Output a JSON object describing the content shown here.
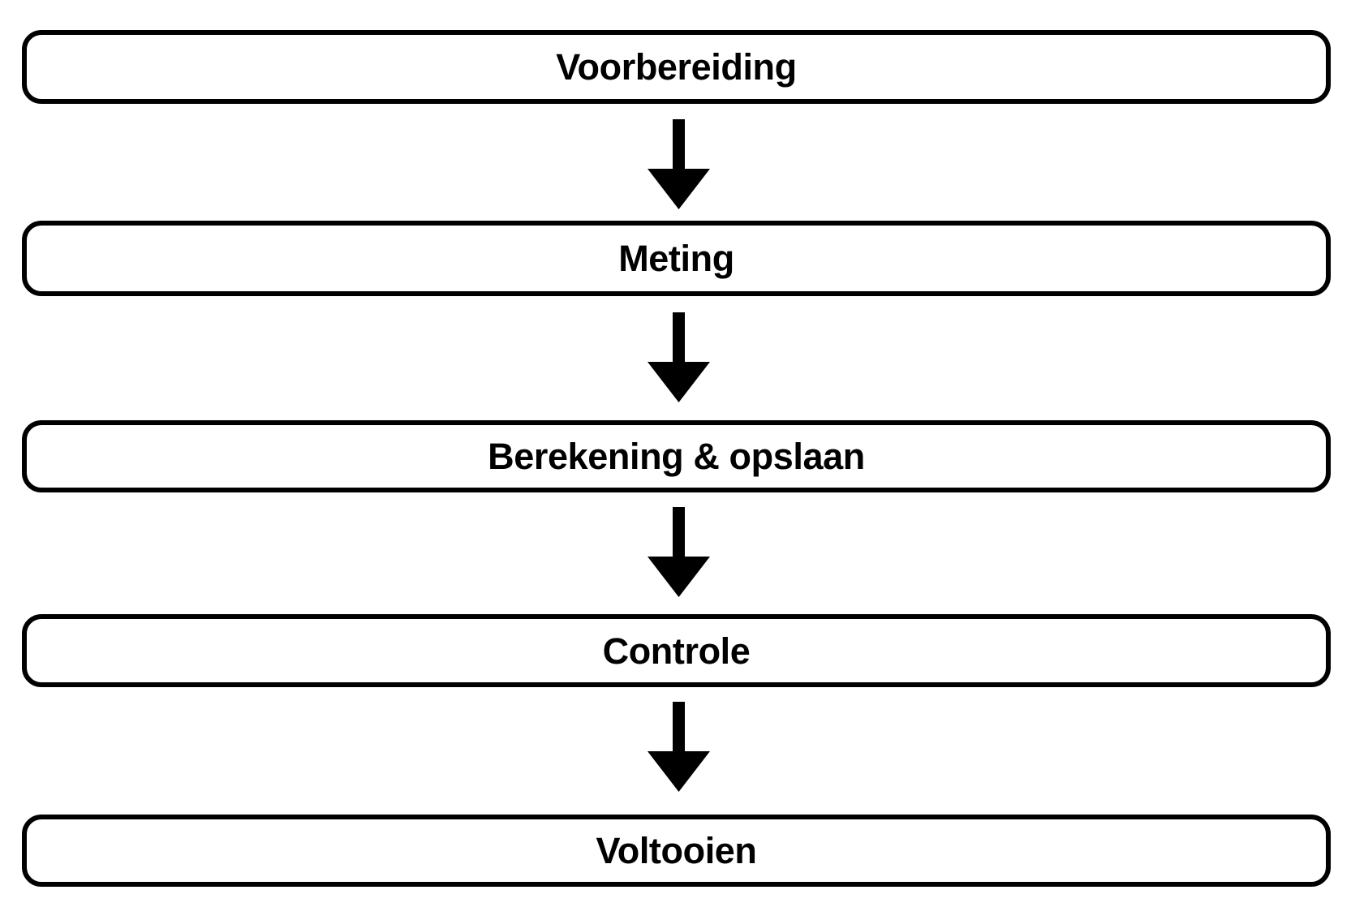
{
  "diagram": {
    "type": "flowchart",
    "orientation": "vertical-top-to-bottom",
    "background_color": "#ffffff",
    "node_border_color": "#000000",
    "node_fill_color": "#ffffff",
    "arrow_color": "#000000",
    "nodes": [
      {
        "id": "voorbereiding",
        "label": "Voorbereiding"
      },
      {
        "id": "meting",
        "label": "Meting"
      },
      {
        "id": "berekening-opslaan",
        "label": "Berekening & opslaan"
      },
      {
        "id": "controle",
        "label": "Controle"
      },
      {
        "id": "voltooien",
        "label": "Voltooien"
      }
    ],
    "connectors": [
      {
        "id": "arrow-1",
        "from": "voorbereiding",
        "to": "meting",
        "icon": "arrow-down-icon"
      },
      {
        "id": "arrow-2",
        "from": "meting",
        "to": "berekening-opslaan",
        "icon": "arrow-down-icon"
      },
      {
        "id": "arrow-3",
        "from": "berekening-opslaan",
        "to": "controle",
        "icon": "arrow-down-icon"
      },
      {
        "id": "arrow-4",
        "from": "controle",
        "to": "voltooien",
        "icon": "arrow-down-icon"
      }
    ]
  }
}
